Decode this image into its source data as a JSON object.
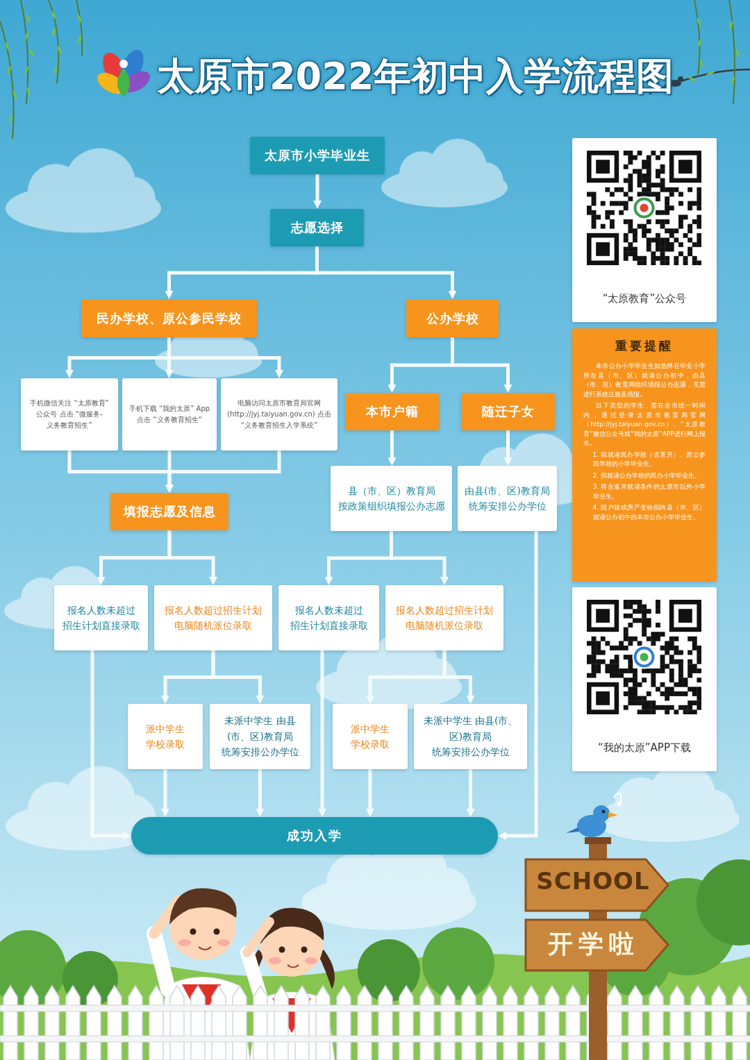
{
  "diagram": {
    "title": "太原市2022年初中入学流程图",
    "nodes": [
      {
        "text": [
          "太原市小学毕业生"
        ]
      },
      {
        "text": [
          "志愿选择"
        ]
      },
      {
        "text": [
          "民办学校、原公参民学校"
        ]
      },
      {
        "text": [
          "公办学校"
        ]
      },
      {
        "text": [
          "手机微信关注 “太原教育” 公众号 点击 “微服务-义务教育招生”"
        ]
      },
      {
        "text": [
          "手机下载 “我的太原” App 点击 “义务教育招生”"
        ]
      },
      {
        "text": [
          "电脑访问太原市教育局官网 (http://jyj.taiyuan.gov.cn) 点击 “义务教育招生入学系统”"
        ]
      },
      {
        "text": [
          "本市户籍"
        ]
      },
      {
        "text": [
          "随迁子女"
        ]
      },
      {
        "text": [
          "县（市、区）教育局 按政策组织填报公办志愿"
        ]
      },
      {
        "text": [
          "由县(市、区)教育局 统筹安排公办学位"
        ]
      },
      {
        "text": [
          "填报志愿及信息"
        ]
      },
      {
        "text": [
          "报名人数未超过 招生计划直接录取"
        ]
      },
      {
        "text": [
          "报名人数超过招生计划 电脑随机派位录取"
        ]
      },
      {
        "text": [
          "报名人数未超过 招生计划直接录取"
        ]
      },
      {
        "text": [
          "报名人数超过招生计划 电脑随机派位录取"
        ]
      },
      {
        "text": [
          "派中学生 学校录取"
        ]
      },
      {
        "text": [
          "未派中学生 由县(市、区)教育局 统筹安排公办学位"
        ]
      },
      {
        "text": [
          "派中学生 学校录取"
        ]
      },
      {
        "text": [
          "未派中学生 由县(市、区)教育局 统筹安排公办学位"
        ]
      },
      {
        "text": [
          "成功入学"
        ]
      },
      {
        "text": [
          "“太原教育”公众号"
        ]
      },
      {
        "text": [
          "重要提醒",
          "本市公办小学毕业生如选择在毕业小学所在县（市、区）就读公办初中，由县（市、区）教育局组织填报公办志愿，无需进行系统注册及填报。",
          "以下类型的学生，需在全市统一时间内，通过登录太原市教育局官网（http://jyj.taiyuan.gov.cn）、“太原教育”微信公众号或“我的太原”APP进行网上报名。",
          "1. 拟就读民办学校（含直升）、原公参民学校的小学毕业生。",
          "2. 拟就读公办学校的民办小学毕业生。",
          "3. 符合返并就读条件的太原市以外小学毕业生。",
          "4. 因户籍或房产变动拟跨县（市、区）就读公办初中的本市公办小学毕业生。"
        ]
      },
      {
        "text": [
          "“我的太原”APP下载"
        ]
      }
    ],
    "edges": [
      {
        "from": 0,
        "to": 1,
        "arrow": "to"
      },
      {
        "from": 1,
        "to": 2,
        "arrow": "to"
      },
      {
        "from": 1,
        "to": 3,
        "arrow": "to"
      },
      {
        "from": 2,
        "to": 4,
        "arrow": "to"
      },
      {
        "from": 2,
        "to": 5,
        "arrow": "to"
      },
      {
        "from": 2,
        "to": 6,
        "arrow": "to"
      },
      {
        "from": 4,
        "to": 11,
        "arrow": "to"
      },
      {
        "from": 5,
        "to": 11,
        "arrow": "to"
      },
      {
        "from": 6,
        "to": 11,
        "arrow": "to"
      },
      {
        "from": 3,
        "to": 7,
        "arrow": "to"
      },
      {
        "from": 3,
        "to": 8,
        "arrow": "to"
      },
      {
        "from": 7,
        "to": 9,
        "arrow": "to"
      },
      {
        "from": 8,
        "to": 10,
        "arrow": "to"
      },
      {
        "from": 11,
        "to": 12,
        "arrow": "to"
      },
      {
        "from": 11,
        "to": 13,
        "arrow": "to"
      },
      {
        "from": 9,
        "to": 14,
        "arrow": "to"
      },
      {
        "from": 9,
        "to": 15,
        "arrow": "to"
      },
      {
        "from": 13,
        "to": 16,
        "arrow": "to"
      },
      {
        "from": 13,
        "to": 17,
        "arrow": "to"
      },
      {
        "from": 15,
        "to": 18,
        "arrow": "to"
      },
      {
        "from": 15,
        "to": 19,
        "arrow": "to"
      },
      {
        "from": 12,
        "to": 20,
        "arrow": "to"
      },
      {
        "from": 16,
        "to": 20,
        "arrow": "to"
      },
      {
        "from": 17,
        "to": 20,
        "arrow": "to"
      },
      {
        "from": 14,
        "to": 20,
        "arrow": "to"
      },
      {
        "from": 18,
        "to": 20,
        "arrow": "to"
      },
      {
        "from": 19,
        "to": 20,
        "arrow": "to"
      },
      {
        "from": 10,
        "to": 20,
        "arrow": "to"
      }
    ],
    "labels": [
      "SCHOOL",
      "开学啦"
    ]
  }
}
